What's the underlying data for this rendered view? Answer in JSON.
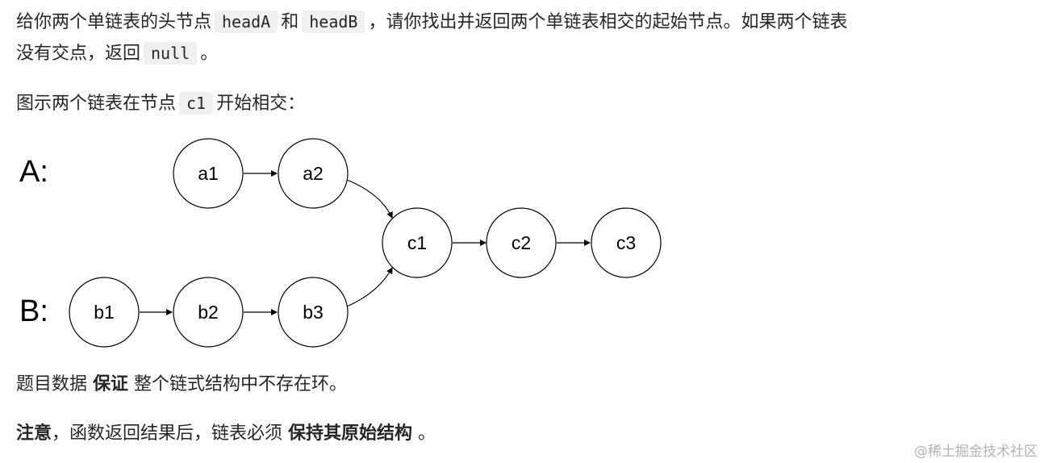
{
  "paragraph1": {
    "text_a": "给你两个单链表的头节点",
    "code_a": "headA",
    "text_b": "和",
    "code_b": "headB",
    "text_c": "，请你找出并返回两个单链表相交的起始节点。如果两个链表",
    "text_d": "没有交点，返回",
    "code_c": "null",
    "text_e": "。"
  },
  "paragraph2": {
    "text_a": "图示两个链表在节点",
    "code_a": "c1",
    "text_b": "开始相交："
  },
  "diagram": {
    "list_a_label": "A:",
    "list_b_label": "B:",
    "nodes": {
      "a1": "a1",
      "a2": "a2",
      "b1": "b1",
      "b2": "b2",
      "b3": "b3",
      "c1": "c1",
      "c2": "c2",
      "c3": "c3"
    }
  },
  "paragraph3": {
    "text_a": "题目数据",
    "bold_a": "保证",
    "text_b": "整个链式结构中不存在环。"
  },
  "paragraph4": {
    "bold_a": "注意",
    "text_a": "，函数返回结果后，链表必须",
    "bold_b": "保持其原始结构",
    "text_b": "。"
  },
  "watermark": "@稀土掘金技术社区"
}
